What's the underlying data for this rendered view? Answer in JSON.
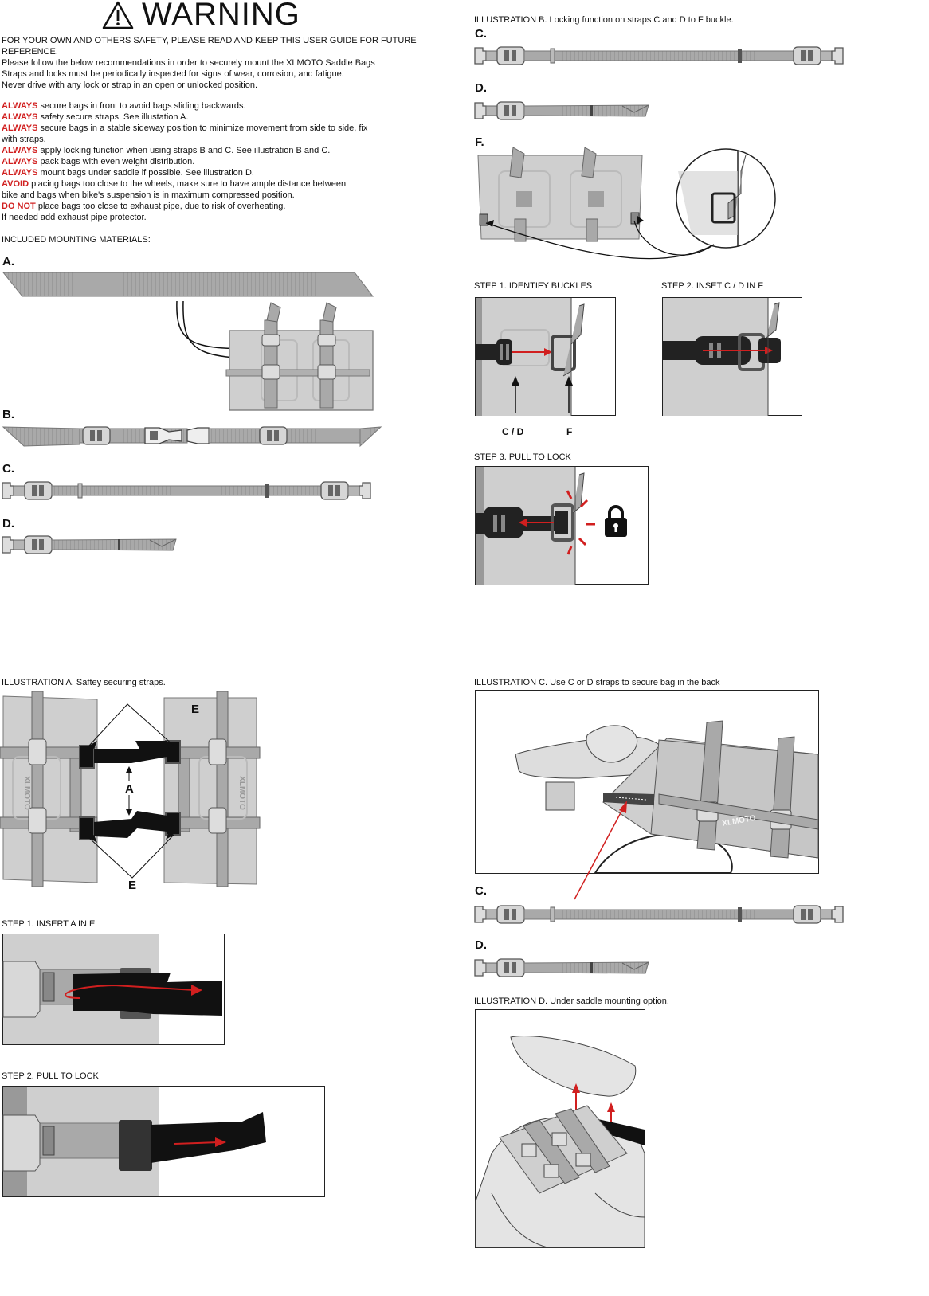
{
  "warning": {
    "title": "WARNING",
    "subtitle": "FOR YOUR OWN AND OTHERS SAFETY, PLEASE READ AND KEEP THIS USER GUIDE FOR FUTURE REFERENCE.",
    "intro": [
      "Please follow the below recommendations in order to securely mount the XLMOTO Saddle Bags",
      "Straps and locks must be periodically inspected for signs of wear, corrosion, and fatigue.",
      "Never drive with any lock or strap in an open or unlocked position."
    ],
    "rules": [
      {
        "kw": "ALWAYS",
        "text": " secure bags in front to avoid bags sliding backwards."
      },
      {
        "kw": "ALWAYS",
        "text": " safety secure straps. See illustation A."
      },
      {
        "kw": "ALWAYS",
        "text": " secure bags in a stable sideway position to minimize movement from side to side, fix"
      },
      {
        "kw": "",
        "text": "with straps."
      },
      {
        "kw": "ALWAYS",
        "text": " apply locking function when using straps B and C. See illustration B and C."
      },
      {
        "kw": "ALWAYS",
        "text": " pack bags with even weight distribution."
      },
      {
        "kw": "ALWAYS",
        "text": " mount bags under saddle if possible. See illustration D."
      },
      {
        "kw": "AVOID",
        "text": " placing bags too close to the wheels, make sure to have ample distance between"
      },
      {
        "kw": "",
        "text": "bike and bags when bike's suspension is in maximum compressed position."
      },
      {
        "kw": "DO NOT",
        "text": " place bags too close to exhaust pipe, due to risk of overheating."
      },
      {
        "kw": "",
        "text": "If needed add exhaust pipe protector."
      }
    ],
    "materials_heading": "INCLUDED MOUNTING MATERIALS:"
  },
  "materials": {
    "a": "A.",
    "b": "B.",
    "c": "C.",
    "d": "D."
  },
  "illus_b": {
    "caption": "ILLUSTRATION B. Locking function on straps C and D to F buckle.",
    "c": "C.",
    "d": "D.",
    "f": "F.",
    "step1": "STEP 1. IDENTIFY BUCKLES",
    "step2": "STEP 2. INSET C / D IN F",
    "step3": "STEP 3. PULL TO LOCK",
    "label_cd": "C / D",
    "label_f": "F"
  },
  "illus_a": {
    "caption": "ILLUSTRATION A. Saftey securing straps.",
    "label_e_top": "E",
    "label_a": "A",
    "label_e_bottom": "E",
    "brand": "XLMOTO",
    "step1": "STEP 1. INSERT A IN E",
    "step2": "STEP 2. PULL TO LOCK"
  },
  "illus_c": {
    "caption": "ILLUSTRATION C. Use C or D straps to secure bag in the back",
    "c": "C.",
    "d": "D.",
    "brand": "XLMOTO"
  },
  "illus_d": {
    "caption": "ILLUSTRATION D. Under saddle mounting option."
  },
  "colors": {
    "accent_red": "#d11f1f",
    "strap_grey": "#a8a8a8",
    "bag_grey": "#cfcfcf"
  }
}
